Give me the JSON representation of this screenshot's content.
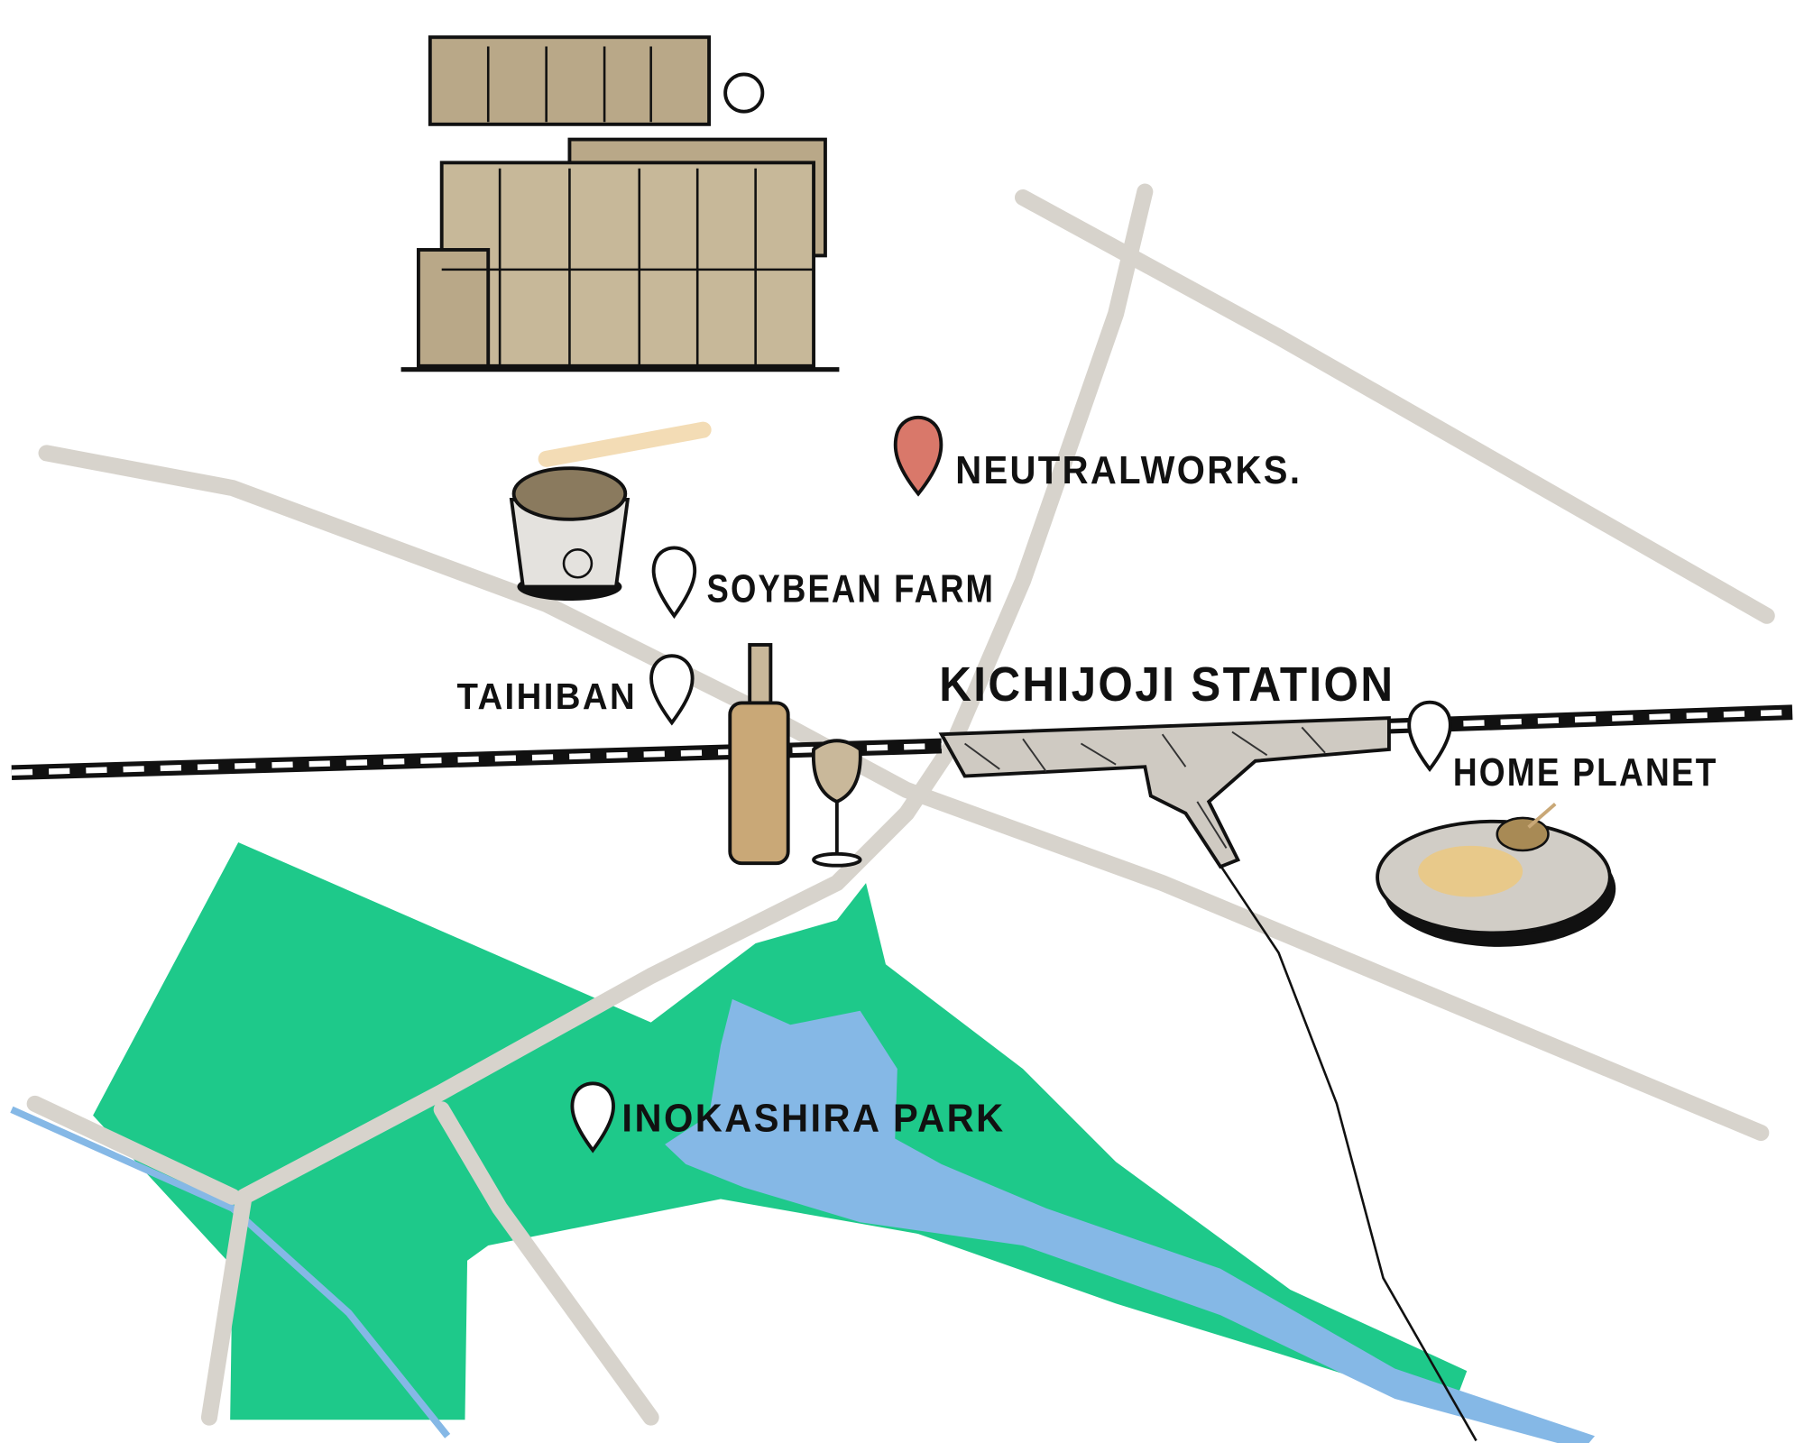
{
  "map": {
    "colors": {
      "road": "#d7d3cc",
      "park": "#1ec98a",
      "water": "#85b8e6",
      "highlight_pin": "#d9786a",
      "building": "#b9a888",
      "station": "#cfcac2"
    },
    "places": [
      {
        "label": "NEUTRALWORKS.",
        "pin": "filled-red",
        "highlight": true
      },
      {
        "label": "SOYBEAN FARM",
        "pin": "outline"
      },
      {
        "label": "TAIHIBAN",
        "pin": "outline"
      },
      {
        "label": "KICHIJOJI STATION",
        "pin": "none"
      },
      {
        "label": "HOME PLANET",
        "pin": "outline"
      },
      {
        "label": "INOKASHIRA PARK",
        "pin": "outline"
      }
    ]
  }
}
